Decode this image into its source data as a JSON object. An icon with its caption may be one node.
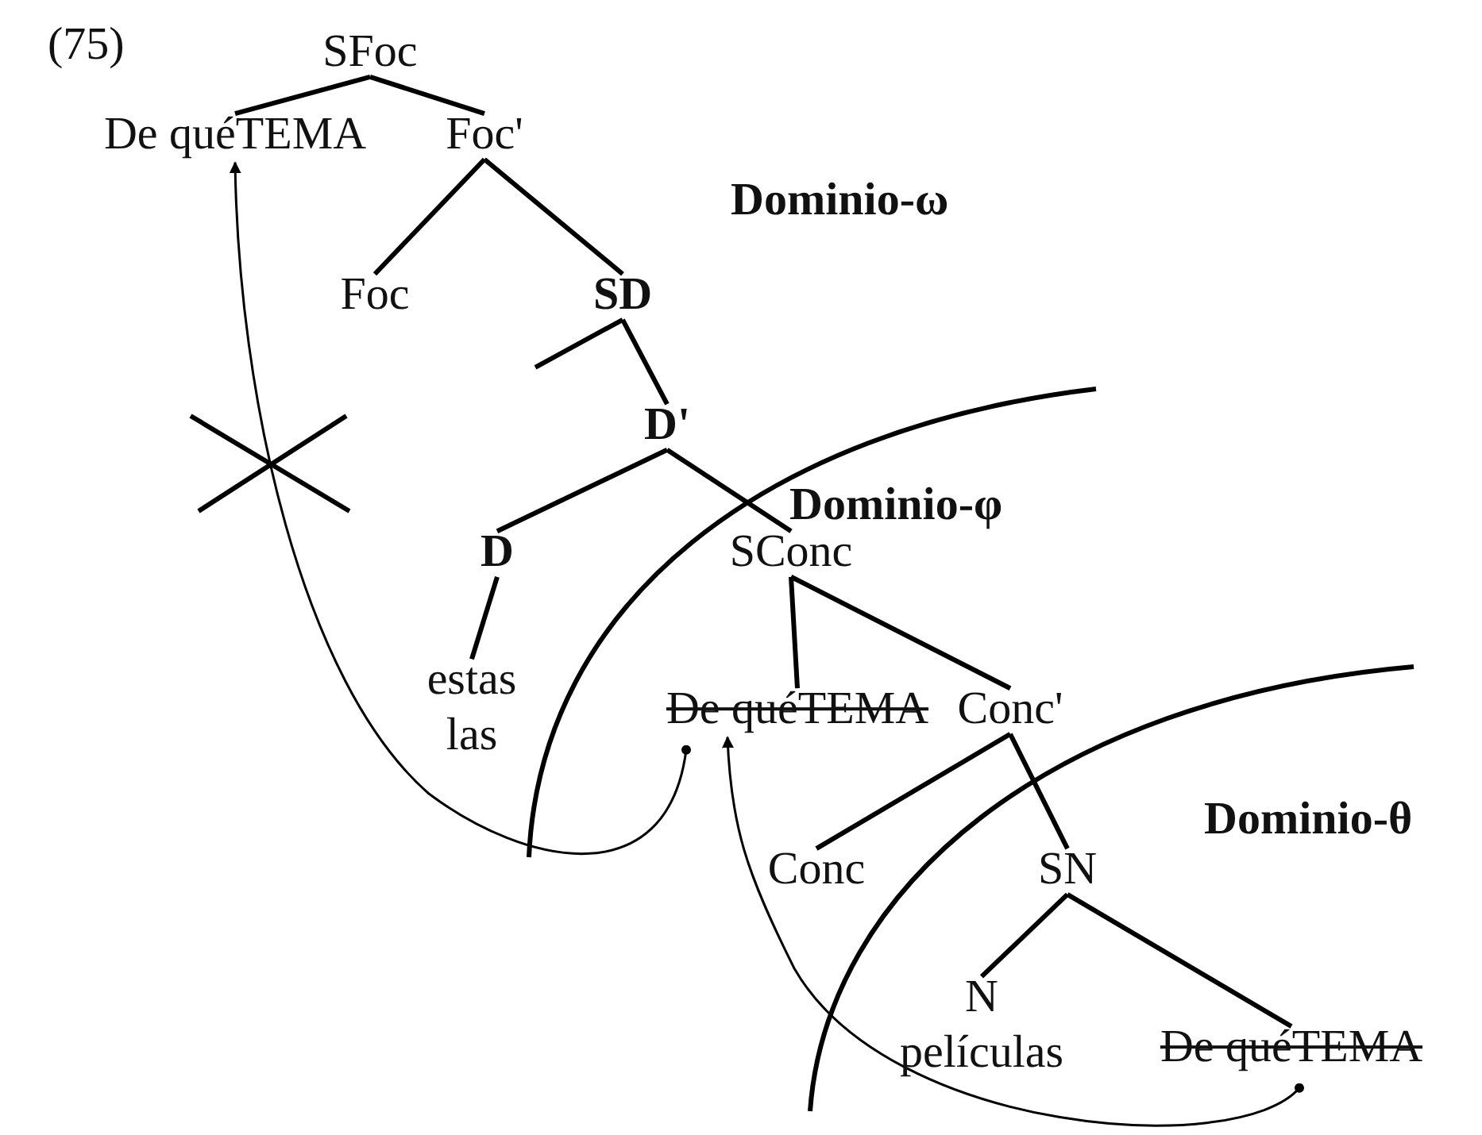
{
  "diagram": {
    "nodes": [
      {
        "text": [
          "SFoc"
        ]
      },
      {
        "text": [
          "De quéTEMA"
        ]
      },
      {
        "text": [
          "Foc'"
        ]
      },
      {
        "text": [
          "Foc"
        ]
      },
      {
        "text": [
          "SD"
        ]
      },
      {
        "text": [
          "D'"
        ]
      },
      {
        "text": [
          "D"
        ]
      },
      {
        "text": [
          "SConc"
        ]
      },
      {
        "text": [
          "estas las"
        ]
      },
      {
        "text": [
          "De quéTEMA"
        ]
      },
      {
        "text": [
          "Conc'"
        ]
      },
      {
        "text": [
          "Conc"
        ]
      },
      {
        "text": [
          "SN"
        ]
      },
      {
        "text": [
          "N",
          "películas"
        ]
      },
      {
        "text": [
          "De quéTEMA"
        ]
      }
    ],
    "edges": [
      {
        "from": 0,
        "to": 1,
        "arrow": "none"
      },
      {
        "from": 0,
        "to": 2,
        "arrow": "none"
      },
      {
        "from": 2,
        "to": 3,
        "arrow": "none"
      },
      {
        "from": 2,
        "to": 4,
        "arrow": "none"
      },
      {
        "from": 4,
        "to": null,
        "arrow": "none"
      },
      {
        "from": 4,
        "to": 5,
        "arrow": "none"
      },
      {
        "from": 5,
        "to": 6,
        "arrow": "none"
      },
      {
        "from": 5,
        "to": 7,
        "arrow": "none"
      },
      {
        "from": 6,
        "to": 8,
        "arrow": "none"
      },
      {
        "from": 7,
        "to": 9,
        "arrow": "none"
      },
      {
        "from": 7,
        "to": 10,
        "arrow": "none"
      },
      {
        "from": 10,
        "to": 11,
        "arrow": "none"
      },
      {
        "from": 10,
        "to": 12,
        "arrow": "none"
      },
      {
        "from": 12,
        "to": 13,
        "arrow": "none"
      },
      {
        "from": 12,
        "to": 14,
        "arrow": "none"
      },
      {
        "from": 9,
        "to": 1,
        "arrow": "to"
      },
      {
        "from": 14,
        "to": 9,
        "arrow": "to"
      }
    ],
    "labels": [
      "(75)",
      "Dominio-ω",
      "Dominio-φ",
      "Dominio-θ"
    ]
  }
}
